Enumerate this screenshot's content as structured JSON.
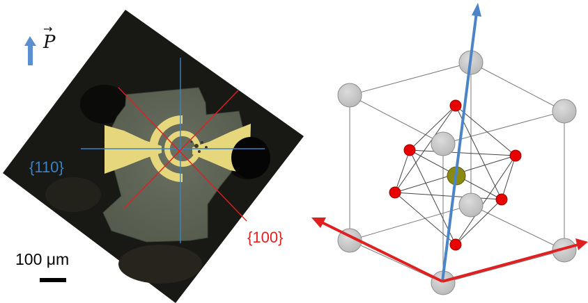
{
  "labels": {
    "family_110": "{110}",
    "family_100": "{100}",
    "scale_bar": "100 μm",
    "polarization_symbol": "P",
    "vector_accent": "→"
  },
  "colors": {
    "family_110": "#3b82c4",
    "family_100": "#e02020",
    "polarization_arrow": "#5b8fd0",
    "corner_atom": "#c8c8c8",
    "face_atom": "#e80000",
    "center_atom": "#8a8a10",
    "electrode": "#e6d67a",
    "substrate": "#1a1a16",
    "crystal": "#5f6657"
  },
  "icons": {
    "polarization": "up-arrow-icon"
  }
}
